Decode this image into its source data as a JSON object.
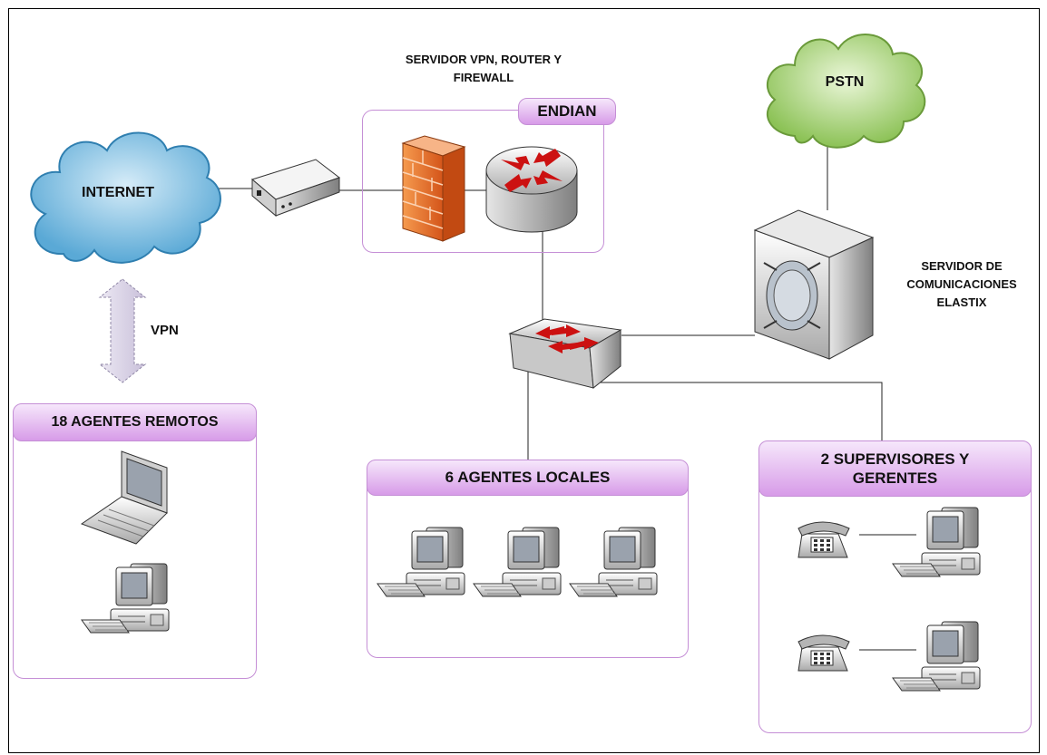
{
  "labels": {
    "vpn_server_title": "SERVIDOR VPN, ROUTER Y FIREWALL",
    "internet": "INTERNET",
    "pstn": "PSTN",
    "vpn": "VPN",
    "comm_server": "SERVIDOR DE COMUNICACIONES ELASTIX"
  },
  "groups": {
    "endian": "ENDIAN",
    "remote_agents": "18 AGENTES REMOTOS",
    "local_agents": "6 AGENTES LOCALES",
    "supervisors": "2 SUPERVISORES Y GERENTES"
  },
  "colors": {
    "internet_cloud": "#6fb8dd",
    "pstn_cloud": "#9ccc6a",
    "group_header": "#d79be8",
    "group_border": "#c58fd6",
    "firewall": "#e8742a",
    "arrows": "#cc1111",
    "vpn_arrow": "#d8d2e6"
  },
  "icons": [
    "cloud-icon",
    "modem-icon",
    "firewall-icon",
    "router-icon",
    "switch-icon",
    "server-icon",
    "laptop-icon",
    "desktop-icon",
    "phone-icon"
  ]
}
